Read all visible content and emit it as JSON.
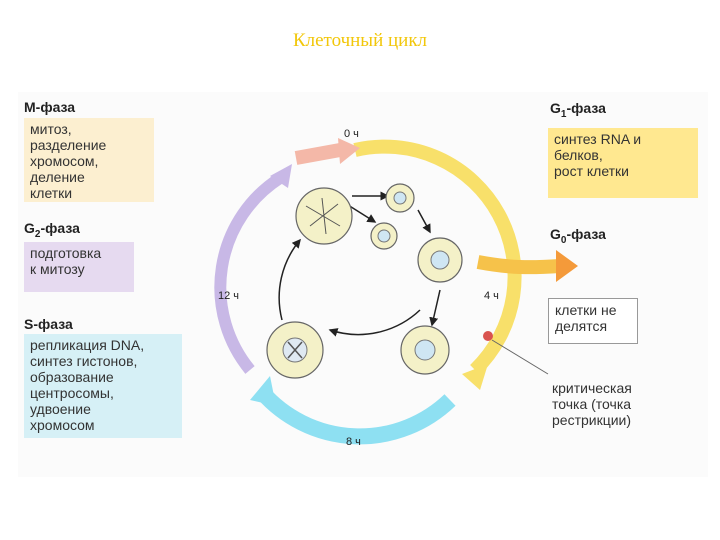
{
  "title": "Клеточный цикл",
  "phases": {
    "m": {
      "name": "M-",
      "suffix": "фаза",
      "desc": "митоз,\nразделение\nхромосом,\nделение\nклетки"
    },
    "g2": {
      "name": "G",
      "sub": "2",
      "suffix": "-фаза",
      "desc": "подготовка\nк митозу"
    },
    "s": {
      "name": "S-",
      "suffix": "фаза",
      "desc": "репликация DNA,\nсинтез гистонов,\nобразование\nцентросомы,\nудвоение\nхромосом"
    },
    "g1": {
      "name": "G",
      "sub": "1",
      "suffix": "-фаза",
      "desc": "синтез RNA и\nбелков,\nрост клетки"
    },
    "g0": {
      "name": "G",
      "sub": "0",
      "suffix": "-фаза",
      "desc": "клетки не\nделятся"
    }
  },
  "restriction_point": "критическая\nточка (точка\nрестрикции)",
  "hours": {
    "h0": "0 ч",
    "h4": "4 ч",
    "h8": "8 ч",
    "h12": "12 ч"
  },
  "colors": {
    "m": "#f4b8a8",
    "g1": "#f8e06a",
    "s": "#8ee0f2",
    "g2": "#c8b8e6",
    "g0": "#f49a3a",
    "title": "#f2c70a"
  }
}
